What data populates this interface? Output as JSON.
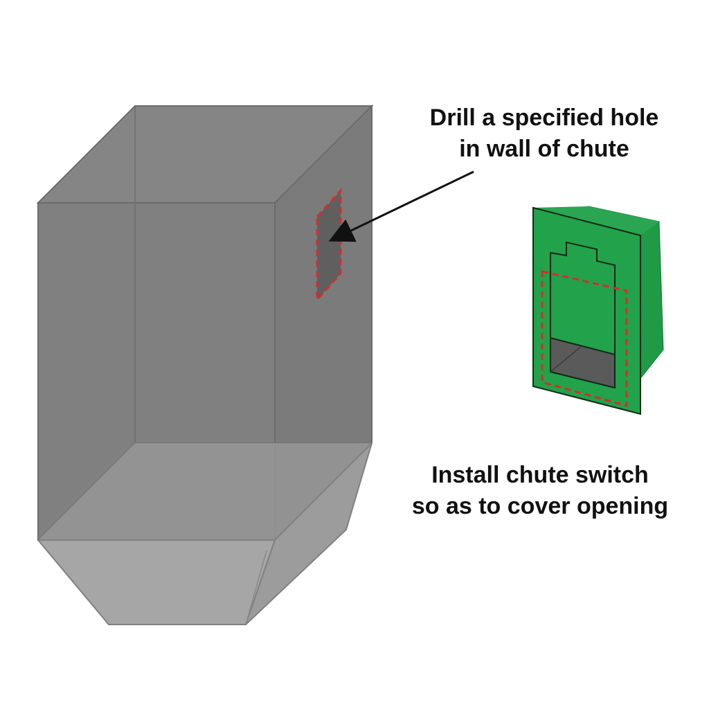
{
  "captions": {
    "drill": {
      "line1": "Drill a specified hole",
      "line2": "in wall of chute"
    },
    "install": {
      "line1": "Install chute switch",
      "line2": "so as to cover opening"
    }
  },
  "colors": {
    "chute_dark": "#808080",
    "chute_side": "#7a7a7a",
    "chute_bottom": "#a9a9a9",
    "chute_hopper_front": "#a6a6a6",
    "chute_hopper_side": "#9a9a9a",
    "edge": "#6b6b6b",
    "hole_fill": "#5f5f5f",
    "hole_outline": "#d92b2b",
    "switch_green": "#22a24a",
    "switch_green_dark": "#1a8a3c",
    "switch_opening": "#5a5a5a",
    "text": "#111111"
  }
}
